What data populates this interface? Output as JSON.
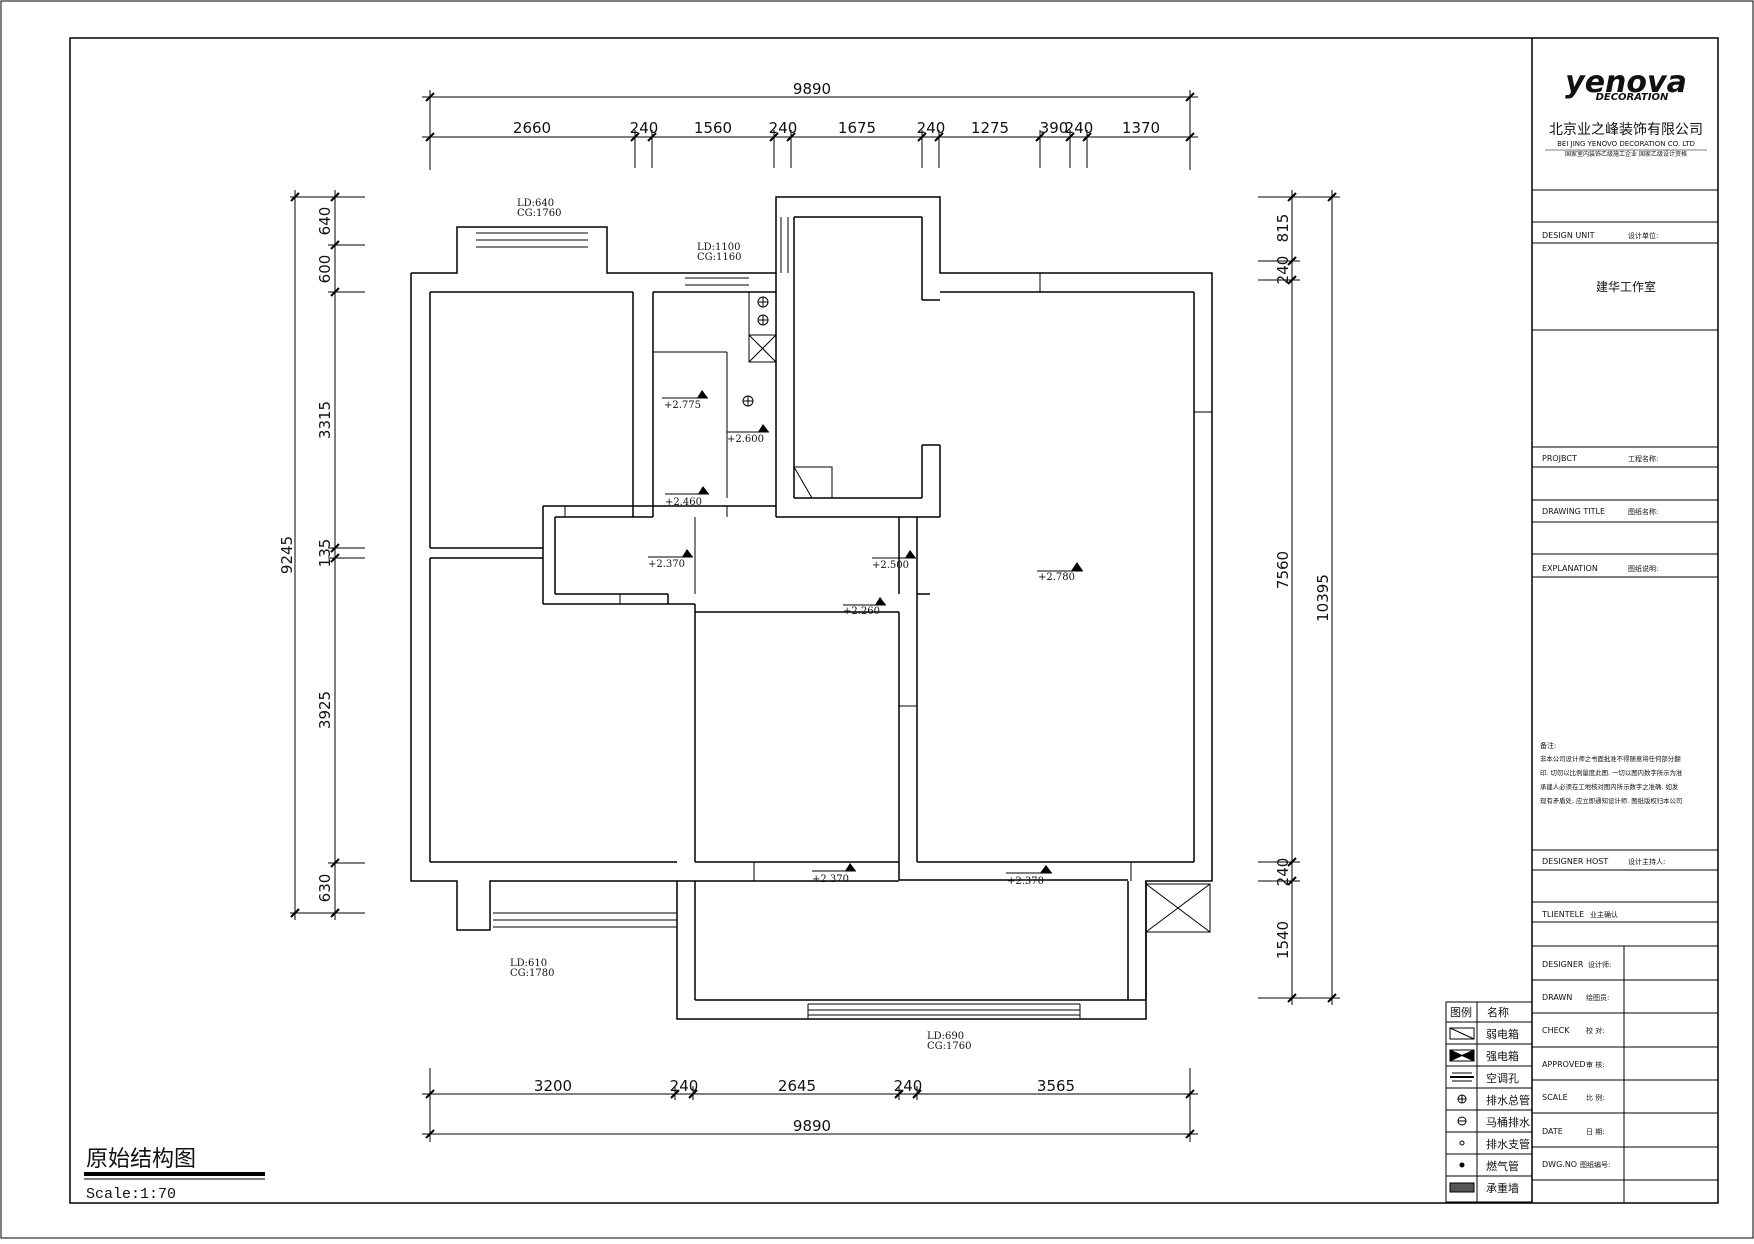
{
  "drawing": {
    "title": "原始结构图",
    "scale": "Scale:1:70"
  },
  "dimensions": {
    "top_total": "9890",
    "top_segments": [
      "2660",
      "240",
      "1560",
      "240",
      "1675",
      "240",
      "1275",
      "390",
      "240",
      "1370"
    ],
    "bottom_total": "9890",
    "bottom_segments": [
      "3200",
      "240",
      "2645",
      "240",
      "3565"
    ],
    "left_total": "9245",
    "left_segments": [
      "640",
      "600",
      "3315",
      "135",
      "3925",
      "630"
    ],
    "right_total": "10395",
    "right_segments": [
      "815",
      "240",
      "7560",
      "240",
      "1540"
    ]
  },
  "window_labels": [
    {
      "ld": "LD:640",
      "cg": "CG:1760"
    },
    {
      "ld": "LD:1100",
      "cg": "CG:1160"
    },
    {
      "ld": "LD:610",
      "cg": "CG:1780"
    },
    {
      "ld": "LD:690",
      "cg": "CG:1760"
    }
  ],
  "elevations": [
    "+2.775",
    "+2.600",
    "+2.460",
    "+2.370",
    "+2.500",
    "+2.780",
    "+2.260",
    "+2.370",
    "+2.370"
  ],
  "legend": {
    "header": [
      "图例",
      "名称"
    ],
    "items": [
      "弱电箱",
      "强电箱",
      "空调孔",
      "排水总管",
      "马桶排水",
      "排水支管",
      "燃气管",
      "承重墙"
    ]
  },
  "title_block": {
    "company_logo_text": "yenova DECORATION",
    "company_cn": "北京业之峰装饰有限公司",
    "company_en": "BEI JING YENOVO DECORATION CO. LTD",
    "company_cert": "国家室内装饰乙级施工企业  国家乙级设计资格",
    "rows": [
      {
        "label": "DESIGN UNIT",
        "cn": "设计单位:"
      },
      {
        "label": "PROJBCT",
        "cn": "工程名称:"
      },
      {
        "label": "DRAWING TITLE",
        "cn": "图纸名称:"
      },
      {
        "label": "EXPLANATION",
        "cn": "图纸说明:"
      },
      {
        "label": "DESIGNER HOST",
        "cn": "设计主持人:"
      },
      {
        "label": "TLIENTELE",
        "cn": "业主确认"
      },
      {
        "label": "DESIGNER",
        "cn": "设计师:"
      },
      {
        "label": "DRAWN",
        "cn": "绘图员:"
      },
      {
        "label": "CHECK",
        "cn": "校  对:"
      },
      {
        "label": "APPROVED",
        "cn": "审  核:"
      },
      {
        "label": "SCALE",
        "cn": "比  例:"
      },
      {
        "label": "DATE",
        "cn": "日  期:"
      },
      {
        "label": "DWG.NO",
        "cn": "图纸编号:"
      }
    ],
    "design_unit_value": "建华工作室",
    "notes_title": "备注:",
    "notes_lines": [
      "非本公司设计师之书面批准不得随意将任何部分翻",
      "印. 切勿以比例量度此图. 一切以图内数字所示为准",
      "承建人必须在工地核对图内所示数字之准确. 如发",
      "现有矛盾处, 应立即通知设计师. 图纸版权归本公司"
    ]
  }
}
